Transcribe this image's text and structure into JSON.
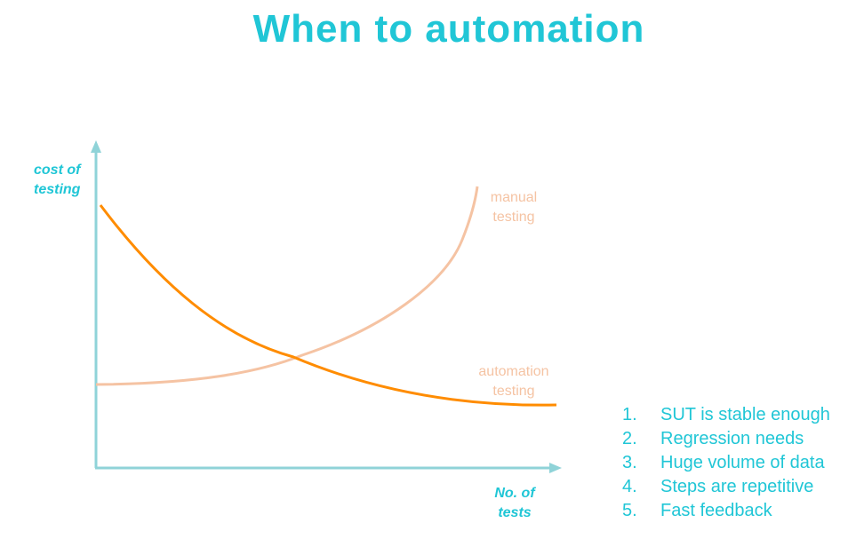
{
  "title": "When to automation",
  "diagram": {
    "y_axis_label": [
      "cost of",
      "testing"
    ],
    "x_axis_label": [
      "No. of",
      "tests"
    ],
    "curves": [
      {
        "name": "manual",
        "label": [
          "manual",
          "testing"
        ],
        "color": "#f5c3a3",
        "trend": "increasing"
      },
      {
        "name": "automation",
        "label": [
          "automation",
          "testing"
        ],
        "color": "#ff8c00",
        "trend": "decreasing"
      }
    ],
    "axis_color": "#8fd3d8"
  },
  "list": [
    {
      "num": "1.",
      "text": "SUT is stable enough"
    },
    {
      "num": "2.",
      "text": "Regression needs"
    },
    {
      "num": "3.",
      "text": "Huge volume of data"
    },
    {
      "num": "4.",
      "text": "Steps are repetitive"
    },
    {
      "num": "5.",
      "text": "Fast feedback"
    }
  ],
  "colors": {
    "accent": "#20c6d6"
  }
}
